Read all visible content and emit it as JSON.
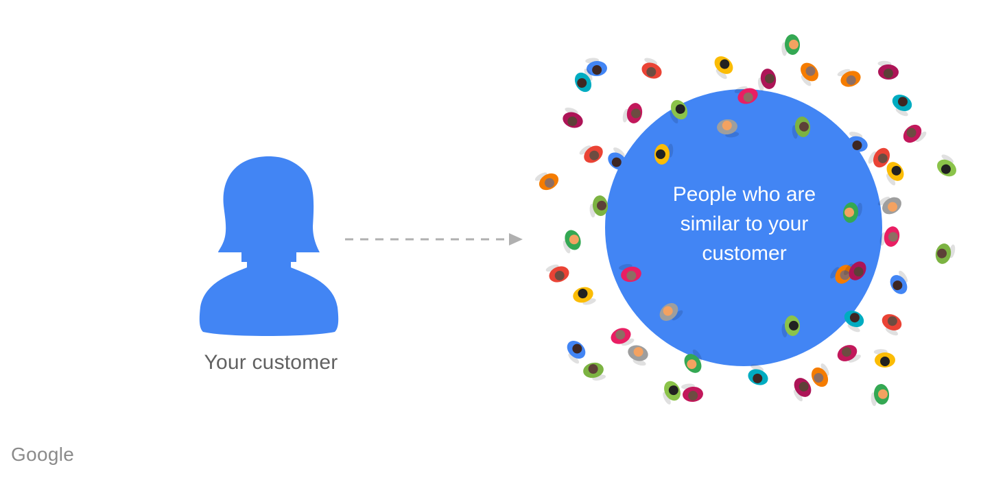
{
  "customer": {
    "label": "Your customer",
    "icon": "person-silhouette-icon"
  },
  "audience": {
    "label_lines": [
      "People who are",
      "similar to your",
      "customer"
    ],
    "icon": "crowd-people-icon"
  },
  "connector": {
    "icon": "dashed-arrow-icon"
  },
  "brand": {
    "name": "Google"
  },
  "colors": {
    "primary_blue": "#4285F4",
    "arrow_gray": "#B0B0B0",
    "customer_text": "#616161",
    "logo_gray": "#8A8A8A",
    "crowd_palette": [
      "#4285F4",
      "#EA4335",
      "#FBBC05",
      "#34A853",
      "#F57C00",
      "#AD1457",
      "#00ACC1",
      "#C2185B",
      "#8BC34A",
      "#9E9E9E",
      "#E91E63",
      "#7CB342"
    ]
  }
}
